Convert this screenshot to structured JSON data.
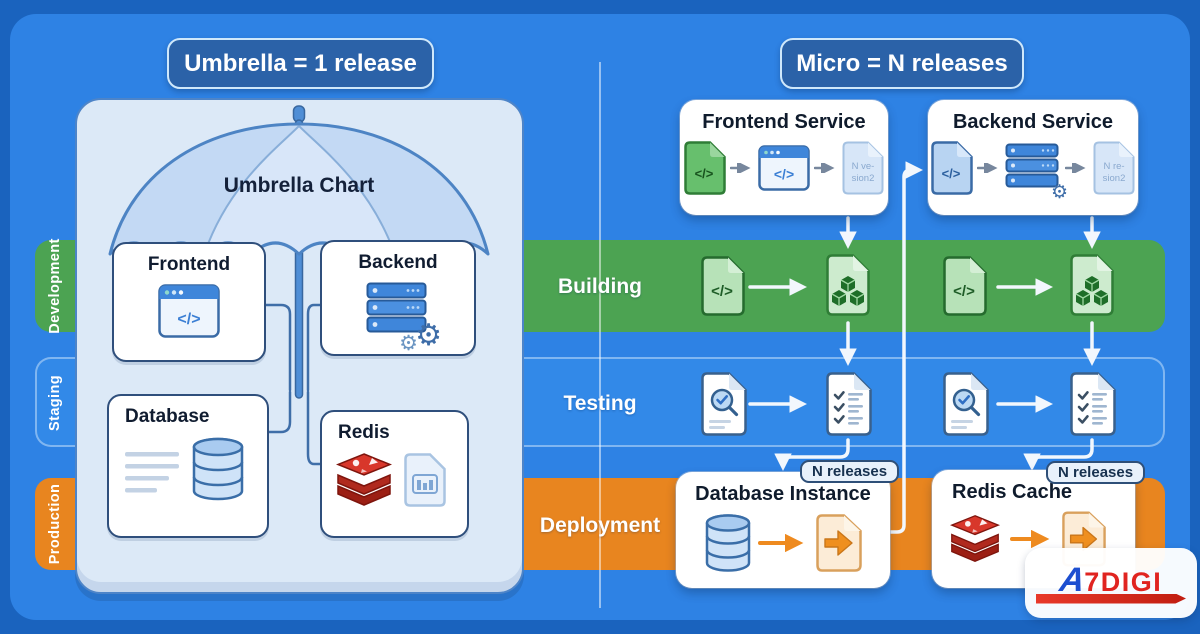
{
  "titles": {
    "umbrella_badge": "Umbrella = 1 release",
    "micro_badge": "Micro = N releases"
  },
  "environments": [
    {
      "label": "Development",
      "color": "#4ca352"
    },
    {
      "label": "Staging",
      "color": "#3289e8"
    },
    {
      "label": "Production",
      "color": "#e8851f"
    }
  ],
  "pipeline_rows": [
    {
      "label": "Building"
    },
    {
      "label": "Testing"
    },
    {
      "label": "Deployment"
    }
  ],
  "umbrella": {
    "chart_label": "Umbrella Chart",
    "components": {
      "frontend": "Frontend",
      "backend": "Backend",
      "database": "Database",
      "redis": "Redis"
    }
  },
  "micro": {
    "frontend_service": {
      "title": "Frontend Service",
      "artifact_line1": "N ve-",
      "artifact_line2": "sion2"
    },
    "backend_service": {
      "title": "Backend Service",
      "artifact_line1": "N re-",
      "artifact_line2": "sion2"
    },
    "database_instance": {
      "title": "Database Instance",
      "badge": "N releases"
    },
    "redis_cache": {
      "title": "Redis Cache",
      "badge": "N releases"
    }
  },
  "icons": {
    "code_glyph": "</>",
    "gear_glyph": "⚙"
  },
  "watermark": {
    "logo_a": "A",
    "logo_rest": "7DIGI"
  },
  "colors": {
    "frame": "#1a63be",
    "surface": "#2e82e4",
    "development_green": "#4ca352",
    "staging_blue": "#3289e8",
    "production_orange": "#e8851f",
    "badge_navy": "#2b62a8",
    "panel_blue": "#dce9f7",
    "redis_red": "#b52a20",
    "deploy_orange": "#ee8a1f"
  }
}
